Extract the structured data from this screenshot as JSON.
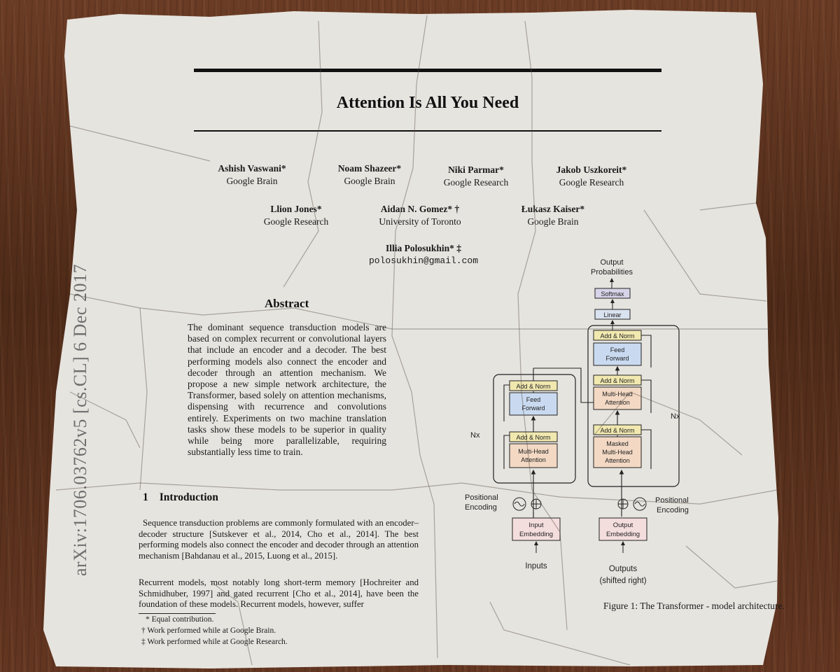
{
  "arxiv_stamp": "arXiv:1706.03762v5  [cs.CL]  6 Dec 2017",
  "title": "Attention Is All You Need",
  "authors": [
    {
      "name": "Ashish Vaswani*",
      "affiliation": "Google Brain"
    },
    {
      "name": "Noam Shazeer*",
      "affiliation": "Google Brain"
    },
    {
      "name": "Niki Parmar*",
      "affiliation": "Google Research"
    },
    {
      "name": "Jakob Uszkoreit*",
      "affiliation": "Google Research"
    },
    {
      "name": "Llion Jones*",
      "affiliation": "Google Research"
    },
    {
      "name": "Aidan N. Gomez* †",
      "affiliation": "University of Toronto"
    },
    {
      "name": "Łukasz Kaiser*",
      "affiliation": "Google Brain"
    },
    {
      "name": "Illia Polosukhin* ‡",
      "affiliation": "polosukhin@gmail.com"
    }
  ],
  "abstract": {
    "heading": "Abstract",
    "text": "The dominant sequence transduction models are based on complex recurrent or convolutional layers that include an encoder and a decoder. The best performing models also connect the encoder and decoder through an attention mechanism. We propose a new simple network architecture, the Transformer, based solely on attention mechanisms, dispensing with recurrence and convolutions entirely. Experiments on two machine translation tasks show these models to be superior in quality while being more parallelizable, requiring substantially less time to train."
  },
  "introduction": {
    "number": "1",
    "heading": "Introduction",
    "paragraphs": [
      "Sequence transduction problems are commonly formulated with an encoder–decoder structure [Sutskever et al., 2014, Cho et al., 2014]. The best performing models also connect the encoder and decoder through an attention mechanism [Bahdanau et al., 2015, Luong et al., 2015].",
      "Recurrent models, most notably long short-term memory [Hochreiter and Schmidhuber, 1997] and gated recurrent [Cho et al., 2014], have been the foundation of these models. Recurrent models, however, suffer"
    ]
  },
  "footnotes": [
    "* Equal contribution.",
    "† Work performed while at Google Brain.",
    "‡ Work performed while at Google Research."
  ],
  "figure": {
    "caption": "Figure 1: The Transformer - model architecture.",
    "output_probabilities": [
      "Output",
      "Probabilities"
    ],
    "softmax": "Softmax",
    "linear": "Linear",
    "add_norm": "Add & Norm",
    "feed_forward": [
      "Feed",
      "Forward"
    ],
    "multi_head_attention": [
      "Multi-Head",
      "Attention"
    ],
    "masked_multi_head_attention": [
      "Masked",
      "Multi-Head",
      "Attention"
    ],
    "nx": "Nx",
    "positional_encoding": [
      "Positional",
      "Encoding"
    ],
    "input_embedding": [
      "Input",
      "Embedding"
    ],
    "output_embedding": [
      "Output",
      "Embedding"
    ],
    "inputs": "Inputs",
    "outputs": [
      "Outputs",
      "(shifted right)"
    ]
  }
}
